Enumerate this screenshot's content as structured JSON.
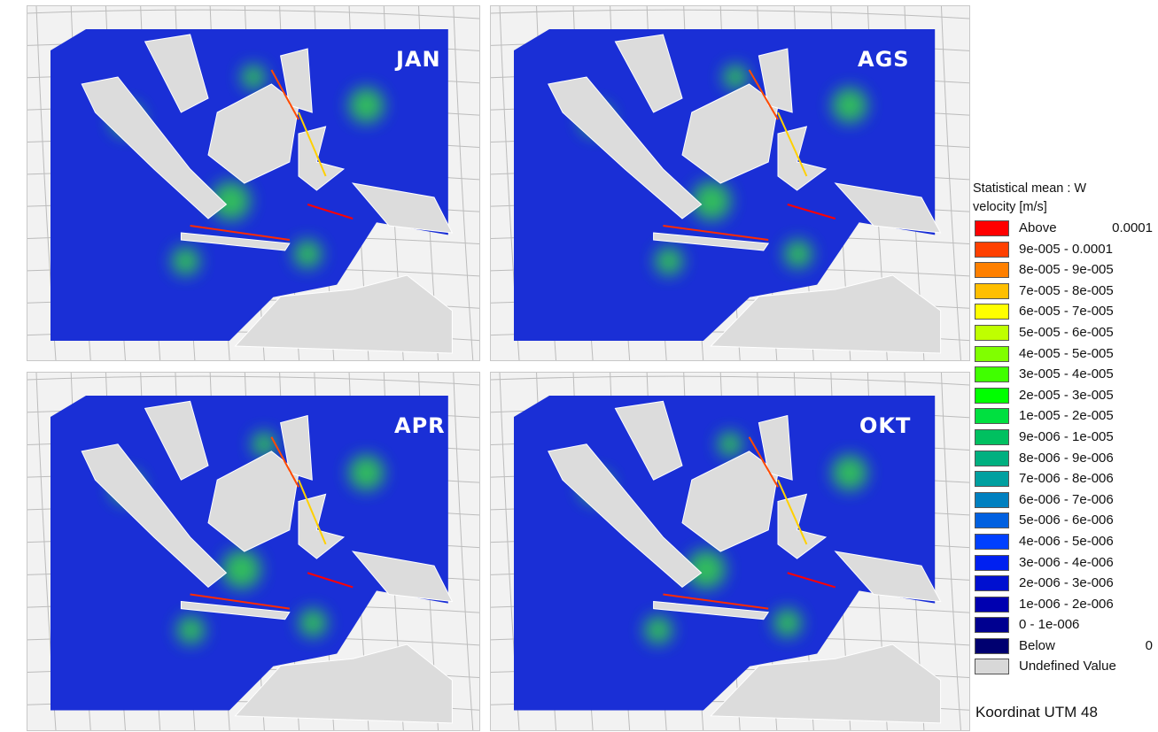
{
  "panels": [
    {
      "id": "jan",
      "label": "JAN"
    },
    {
      "id": "ags",
      "label": "AGS"
    },
    {
      "id": "apr",
      "label": "APR"
    },
    {
      "id": "okt",
      "label": "OKT"
    }
  ],
  "legend": {
    "title_line1": "Statistical mean : W",
    "title_line2": "velocity [m/s]",
    "items": [
      {
        "text": "Above",
        "value": "0.0001",
        "color": "#ff0000"
      },
      {
        "text": "9e-005 - 0.0001",
        "value": "",
        "color": "#ff4000"
      },
      {
        "text": "8e-005 - 9e-005",
        "value": "",
        "color": "#ff8000"
      },
      {
        "text": "7e-005 - 8e-005",
        "value": "",
        "color": "#ffbf00"
      },
      {
        "text": "6e-005 - 7e-005",
        "value": "",
        "color": "#ffff00"
      },
      {
        "text": "5e-005 - 6e-005",
        "value": "",
        "color": "#bfff00"
      },
      {
        "text": "4e-005 - 5e-005",
        "value": "",
        "color": "#80ff00"
      },
      {
        "text": "3e-005 - 4e-005",
        "value": "",
        "color": "#40ff00"
      },
      {
        "text": "2e-005 - 3e-005",
        "value": "",
        "color": "#00ff00"
      },
      {
        "text": "1e-005 - 2e-005",
        "value": "",
        "color": "#00e040"
      },
      {
        "text": "9e-006 - 1e-005",
        "value": "",
        "color": "#00c060"
      },
      {
        "text": "8e-006 - 9e-006",
        "value": "",
        "color": "#00b080"
      },
      {
        "text": "7e-006 - 8e-006",
        "value": "",
        "color": "#00a0a0"
      },
      {
        "text": "6e-006 - 7e-006",
        "value": "",
        "color": "#0080c0"
      },
      {
        "text": "5e-006 - 6e-006",
        "value": "",
        "color": "#0060e0"
      },
      {
        "text": "4e-006 - 5e-006",
        "value": "",
        "color": "#0040ff"
      },
      {
        "text": "3e-006 - 4e-006",
        "value": "",
        "color": "#0020f0"
      },
      {
        "text": "2e-006 - 3e-006",
        "value": "",
        "color": "#0010d0"
      },
      {
        "text": "1e-006 - 2e-006",
        "value": "",
        "color": "#0000b0"
      },
      {
        "text": "0 - 1e-006",
        "value": "",
        "color": "#000090"
      },
      {
        "text": "Below",
        "value": "0",
        "color": "#000070"
      },
      {
        "text": "Undefined Value",
        "value": "",
        "color": "#d8d8d8"
      }
    ]
  },
  "coordinate_note": "Koordinat UTM 48",
  "colors": {
    "ocean": "#1a2fd6",
    "land": "#dcdcdc",
    "grid_bg": "#f2f2f2",
    "grid_line": "#bcbcbc"
  }
}
